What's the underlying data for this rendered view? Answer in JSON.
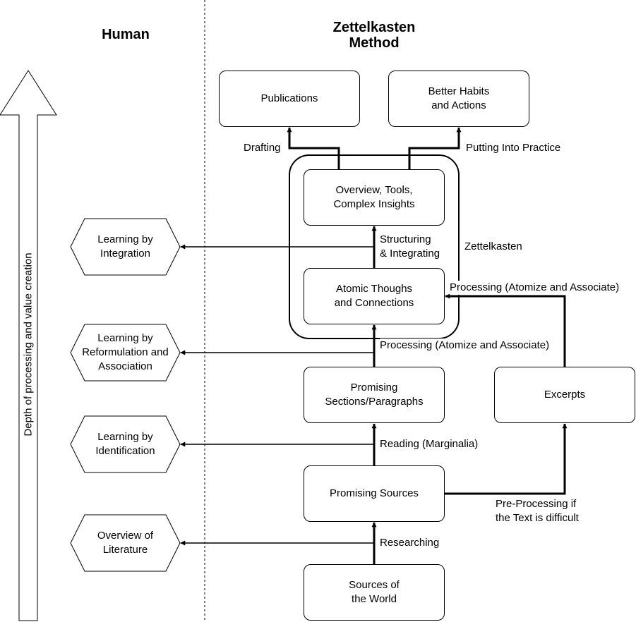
{
  "columns": {
    "human": "Human",
    "method": "Zettelkasten\nMethod"
  },
  "axis_label": "Depth of processing and value creation",
  "container_label": "Zettelkasten",
  "nodes": {
    "publications": "Publications",
    "better_habits": "Better Habits\nand Actions",
    "overview_tools": "Overview, Tools,\nComplex Insights",
    "atomic_thoughts": "Atomic Thoughs\nand Connections",
    "promising_sections": "Promising\nSections/Paragraphs",
    "excerpts": "Excerpts",
    "promising_sources": "Promising Sources",
    "sources_of_world": "Sources of\nthe World"
  },
  "learning": {
    "integration": "Learning by\nIntegration",
    "reformulation": "Learning by\nReformulation and\nAssociation",
    "identification": "Learning by\nIdentification",
    "overview_literature": "Overview of\nLiterature"
  },
  "edges": {
    "drafting": "Drafting",
    "putting_into_practice": "Putting Into Practice",
    "structuring": "Structuring\n& Integrating",
    "processing_excerpts": "Processing (Atomize and Associate)",
    "processing_sections": "Processing (Atomize and Associate)",
    "reading": "Reading (Marginalia)",
    "pre_processing": "Pre-Processing if\nthe Text is difficult",
    "researching": "Researching"
  }
}
